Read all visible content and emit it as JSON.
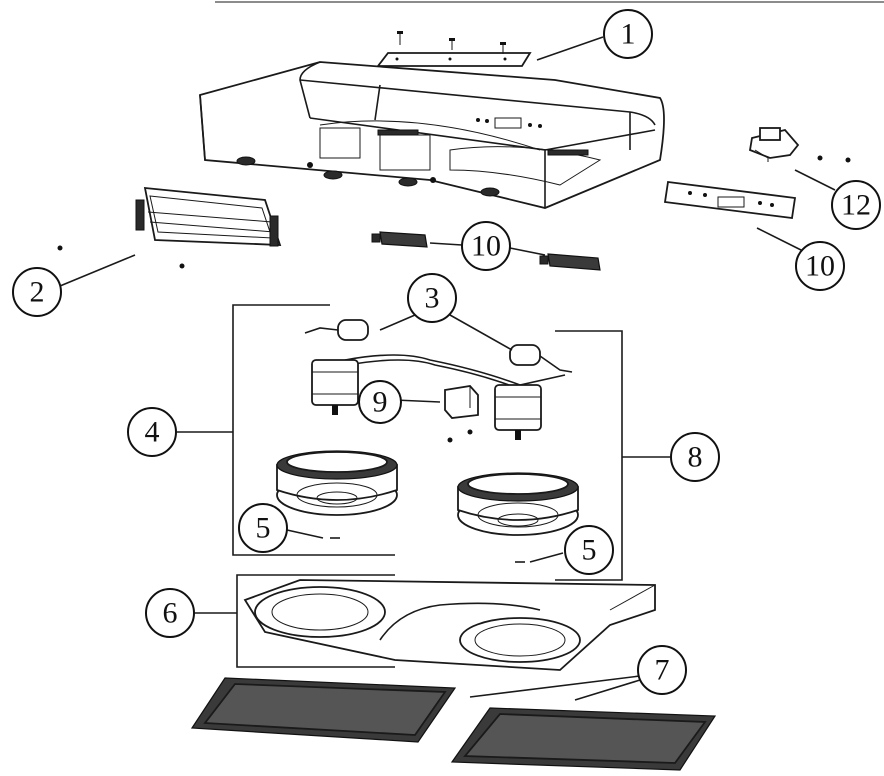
{
  "callouts": [
    {
      "id": "c1",
      "label": "1"
    },
    {
      "id": "c2",
      "label": "2"
    },
    {
      "id": "c3",
      "label": "3"
    },
    {
      "id": "c4",
      "label": "4"
    },
    {
      "id": "c5a",
      "label": "5"
    },
    {
      "id": "c5b",
      "label": "5"
    },
    {
      "id": "c6",
      "label": "6"
    },
    {
      "id": "c7",
      "label": "7"
    },
    {
      "id": "c8",
      "label": "8"
    },
    {
      "id": "c9",
      "label": "9"
    },
    {
      "id": "c10a",
      "label": "10"
    },
    {
      "id": "c10b",
      "label": "10"
    },
    {
      "id": "c12",
      "label": "12"
    }
  ],
  "colors": {
    "line": "#1a1a1a",
    "fill": "#ffffff",
    "mesh": "#3a3a3a"
  }
}
